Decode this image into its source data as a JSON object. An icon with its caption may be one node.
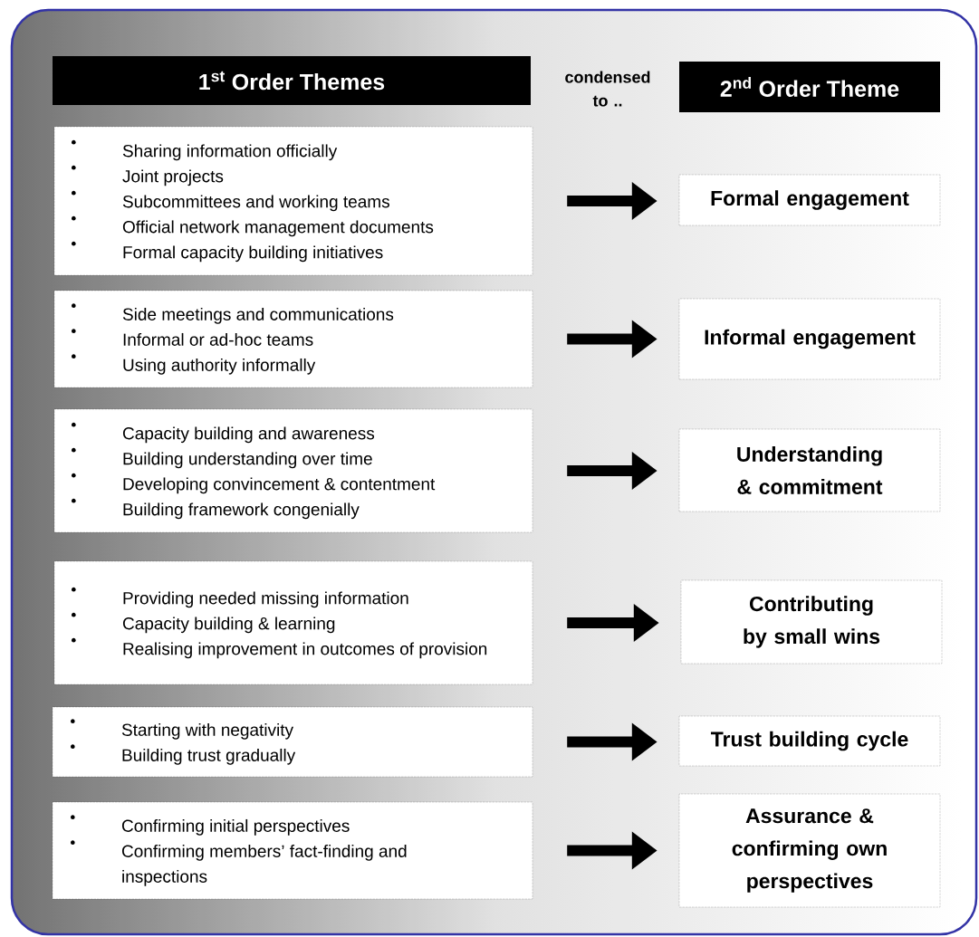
{
  "diagram": {
    "nodes": [
      {
        "text": [
          "1$^{st}$ Order Themes"
        ]
      },
      {
        "text": [
          "2$^{nd}$ Order Theme"
        ]
      },
      {
        "text": [
          "Sharing information officially",
          "Joint projects",
          "Subcommittees and working teams",
          "Official network management documents",
          "Formal capacity building initiatives"
        ]
      },
      {
        "text": [
          "Formal engagement"
        ]
      },
      {
        "text": [
          "Side meetings and communications",
          "Informal or ad-hoc teams",
          "Using authority informally"
        ]
      },
      {
        "text": [
          "Informal engagement"
        ]
      },
      {
        "text": [
          "Capacity building and awareness",
          "Building understanding over time",
          "Developing convincement & contentment",
          "Building framework congenially"
        ]
      },
      {
        "text": [
          "Understanding & commitment"
        ]
      },
      {
        "text": [
          "Providing needed missing information",
          "Capacity building & learning",
          "Realising improvement in outcomes of provision"
        ]
      },
      {
        "text": [
          "Contributing by small wins"
        ]
      },
      {
        "text": [
          "Starting with negativity",
          "Building trust gradually"
        ]
      },
      {
        "text": [
          "Trust building cycle"
        ]
      },
      {
        "text": [
          "Confirming initial perspectives",
          "Confirming members’ fact-finding and inspections"
        ]
      },
      {
        "text": [
          "Assurance & confirming own perspectives"
        ]
      }
    ],
    "edges": [
      {
        "from": 2,
        "to": 3,
        "arrow": "to"
      },
      {
        "from": 4,
        "to": 5,
        "arrow": "to"
      },
      {
        "from": 6,
        "to": 7,
        "arrow": "to"
      },
      {
        "from": 8,
        "to": 9,
        "arrow": "to"
      },
      {
        "from": 10,
        "to": 11,
        "arrow": "to"
      },
      {
        "from": 12,
        "to": 13,
        "arrow": "to"
      }
    ],
    "labels": [
      "condensed to .."
    ]
  }
}
